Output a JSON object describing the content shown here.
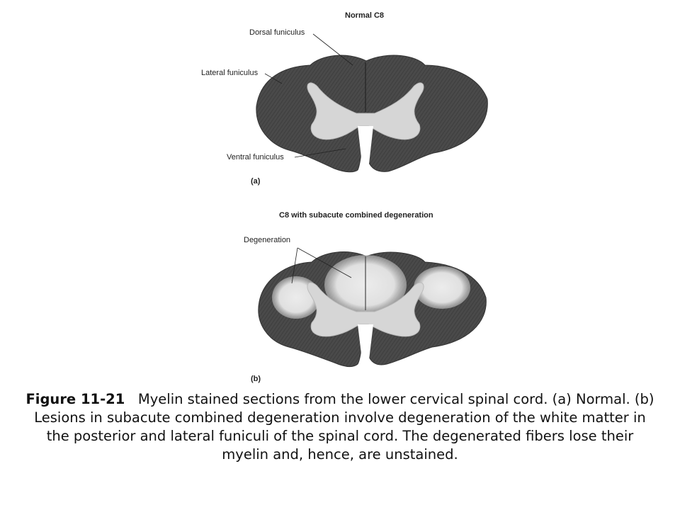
{
  "panel_a": {
    "title": "Normal C8",
    "letter": "(a)",
    "labels": {
      "dorsal": "Dorsal funiculus",
      "lateral": "Lateral funiculus",
      "ventral": "Ventral funiculus"
    }
  },
  "panel_b": {
    "title": "C8 with subacute combined degeneration",
    "letter": "(b)",
    "labels": {
      "degeneration": "Degeneration"
    }
  },
  "caption": {
    "number": "Figure 11-21",
    "text": "Myelin stained sections from the lower cervical spinal cord. (a) Normal. (b) Lesions in subacute combined degeneration involve degeneration of the white matter in the posterior and lateral funiculi of the spinal cord. The degenerated fibers lose their myelin and, hence, are unstained."
  },
  "colors": {
    "white_matter": "#4a4a4a",
    "gray_matter": "#d6d6d6",
    "degenerated": "#e4e4e4",
    "background": "#ffffff"
  }
}
